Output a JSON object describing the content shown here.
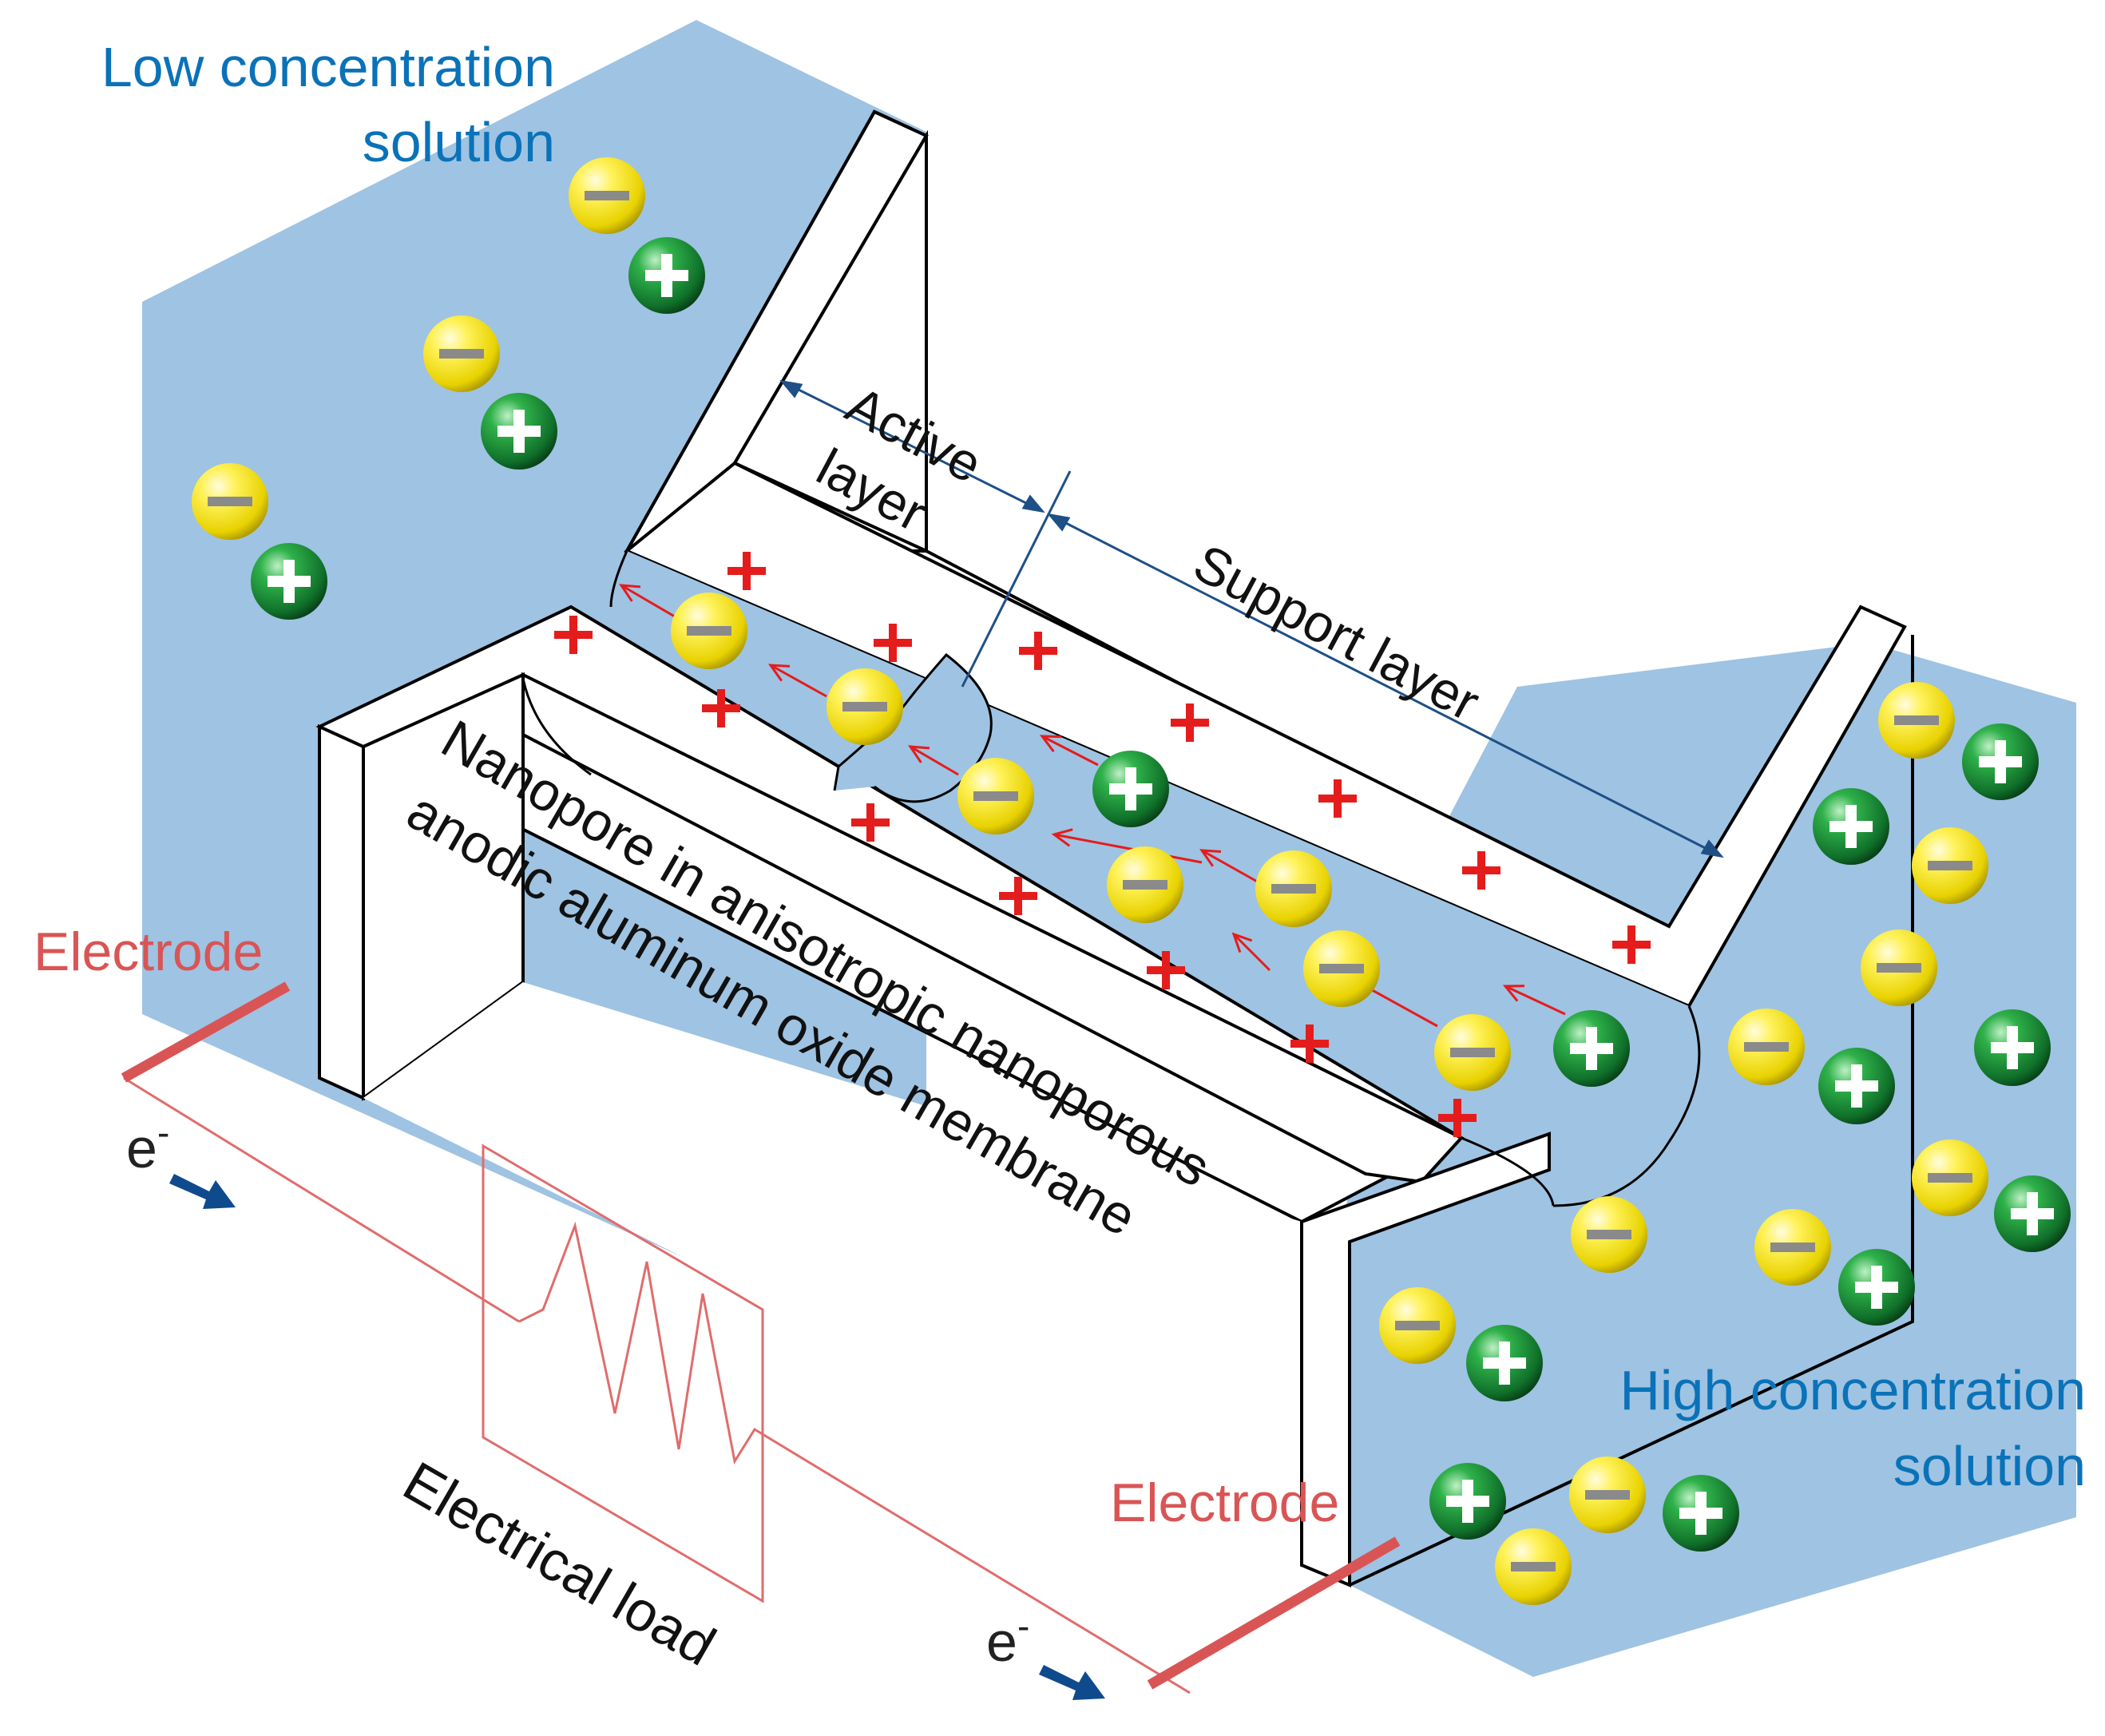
{
  "labels": {
    "low_solution_line1": "Low concentration",
    "low_solution_line2": "solution",
    "high_solution_line1": "High concentration",
    "high_solution_line2": "solution",
    "electrode_left": "Electrode",
    "electrode_right": "Electrode",
    "active_layer_line1": "Active",
    "active_layer_line2": "layer",
    "support_layer": "Support layer",
    "nanopore_line1": "Nanopore in anisotropic nanoporous",
    "nanopore_line2": "anodic aluminum oxide membrane",
    "electrical_load": "Electrical load",
    "electron_left_base": "e",
    "electron_left_sup": "-",
    "electron_right_base": "e",
    "electron_right_sup": "-"
  },
  "ion_symbols": {
    "anion": "−",
    "cation": "+",
    "surface_charge": "+"
  },
  "colors": {
    "solution": "#9fc3e2",
    "solution_text": "#0a72b8",
    "electrode": "#d95555",
    "circuit": "#e06c6c",
    "surface_charge": "#e51c1c",
    "flow_arrow": "#e51c1c",
    "anion_fill": "#f3e400",
    "cation_fill": "#1b8a33",
    "electron_arrow": "#0f4a8c",
    "dimension_line": "#1e4f86"
  }
}
